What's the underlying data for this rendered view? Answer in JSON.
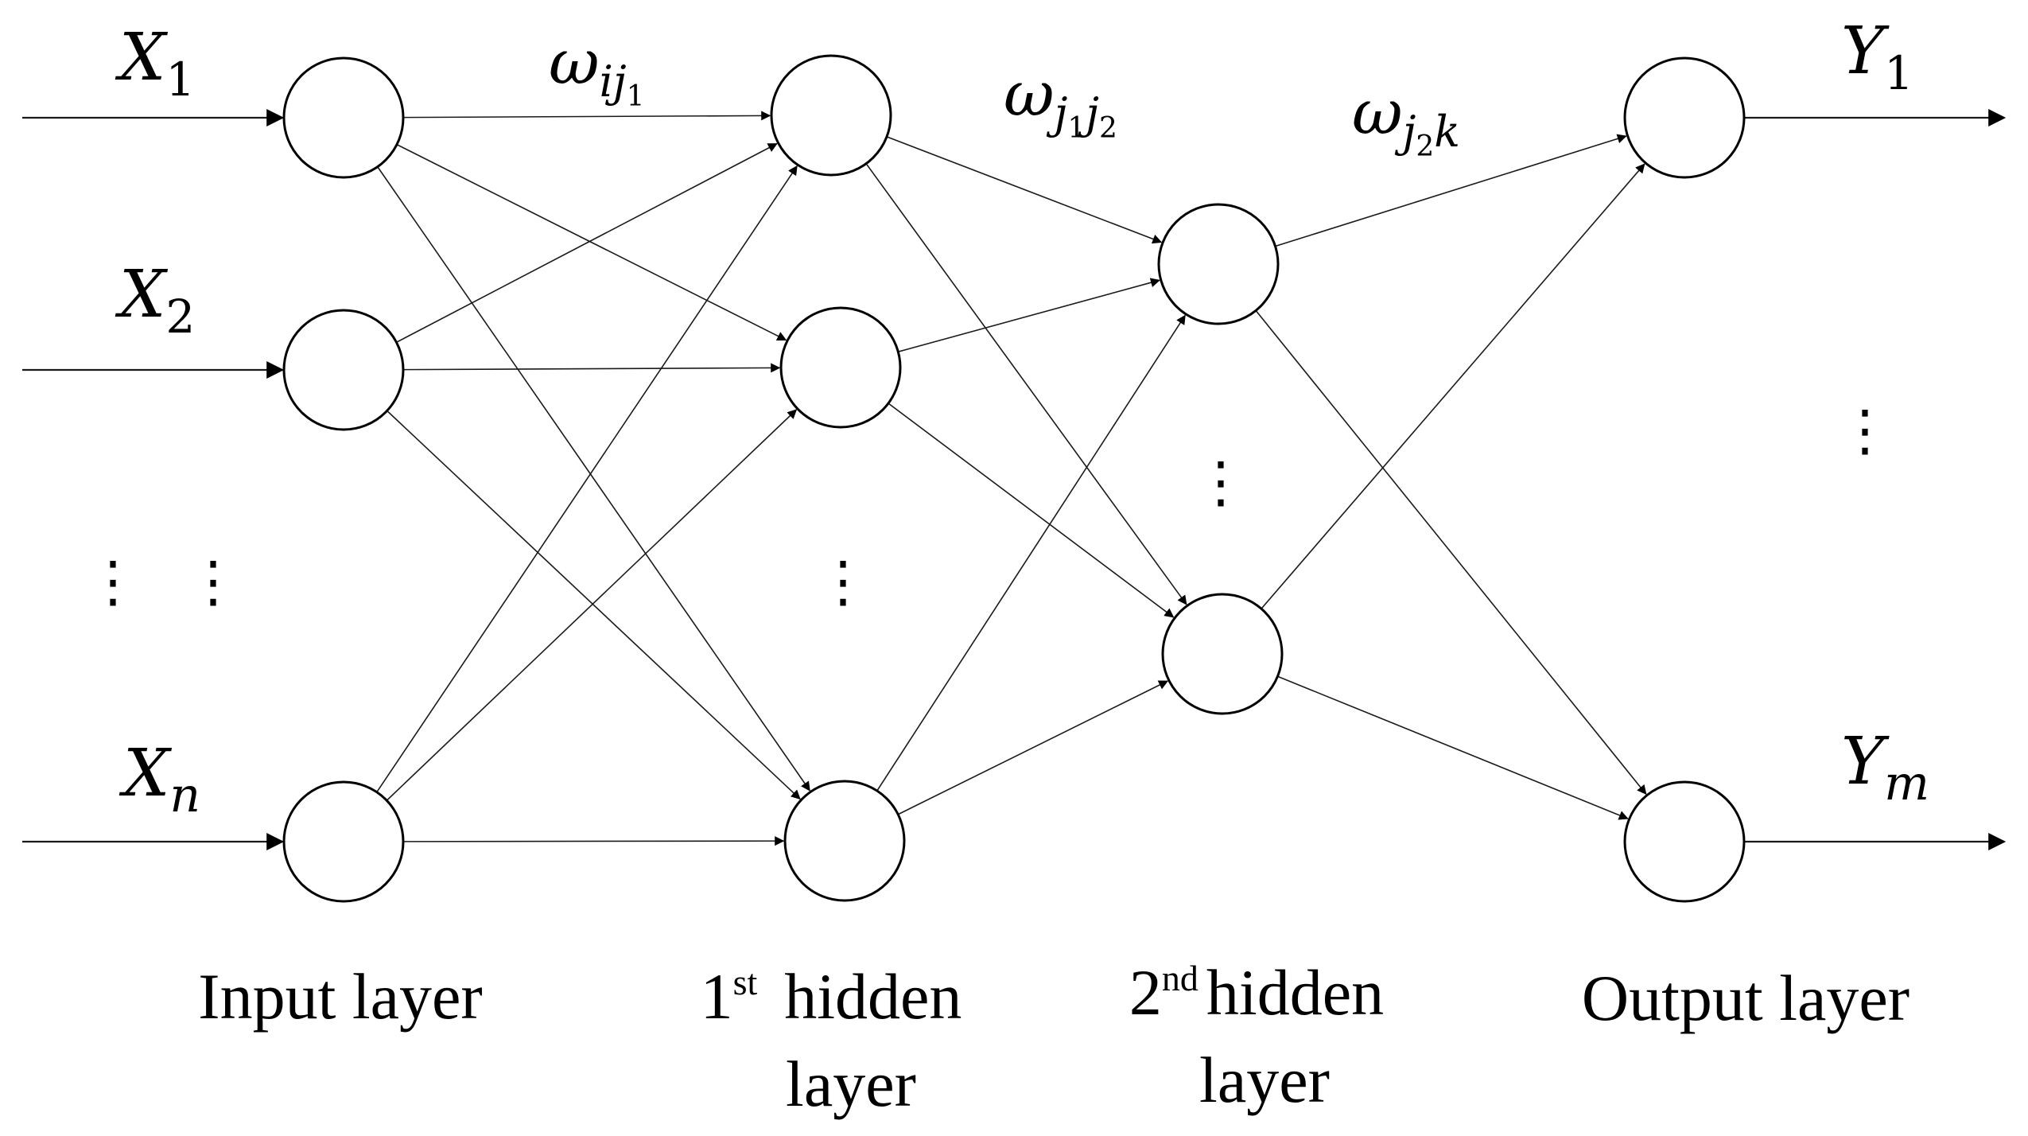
{
  "inputs": {
    "x1": {
      "base": "X",
      "sub": "1"
    },
    "x2": {
      "base": "X",
      "sub": "2"
    },
    "xn": {
      "base": "X",
      "sub": "n"
    },
    "dots_left": "⋮",
    "dots_right": "⋮"
  },
  "outputs": {
    "y1": {
      "base": "Y",
      "sub": "1"
    },
    "ym": {
      "base": "Y",
      "sub": "m"
    },
    "dots": "⋮"
  },
  "hidden1": {
    "dots": "⋮"
  },
  "hidden2": {
    "dots": "⋮"
  },
  "weights": {
    "w1": {
      "base": "ω",
      "sub1": "i",
      "sub2": "j",
      "sub3": "1"
    },
    "w2": {
      "base": "ω",
      "sub1": "j",
      "sub2": "1",
      "sub3": "j",
      "sub4": "2"
    },
    "w3": {
      "base": "ω",
      "sub1": "j",
      "sub2": "2",
      "sub3": "k"
    }
  },
  "captions": {
    "input": "Input layer",
    "hidden1_num": "1",
    "hidden1_sup": "st",
    "hidden1_word": "hidden",
    "hidden1_line2": "layer",
    "hidden2_num": "2",
    "hidden2_sup": "nd",
    "hidden2_word": "hidden",
    "hidden2_line2": "layer",
    "output": "Output layer"
  },
  "colors": {
    "stroke": "#000000",
    "background": "#ffffff"
  }
}
